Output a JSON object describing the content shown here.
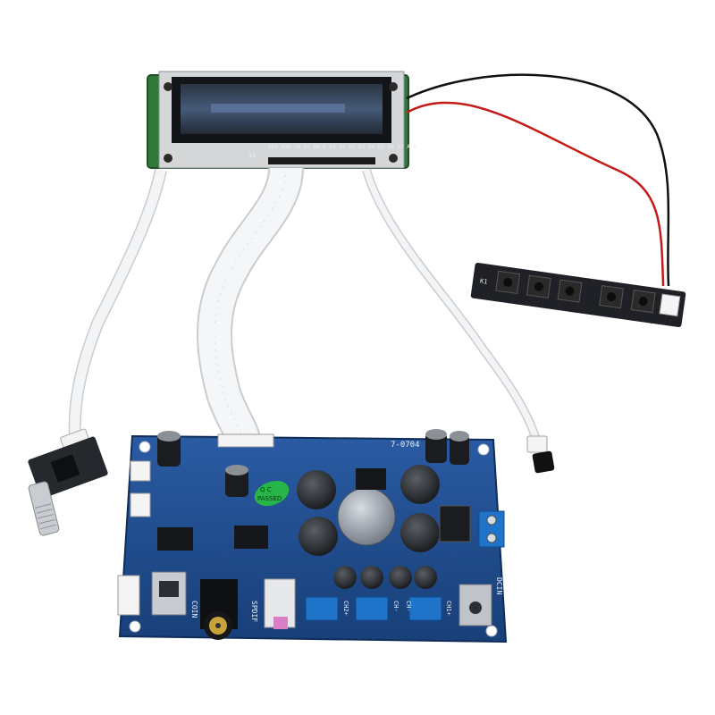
{
  "photo": {
    "subject": "Audio DAC board with LCD display module, button panel, rotary encoder and ribbon cables"
  },
  "lcd_module": {
    "pin_labels": "VSS VDD V0 RS RW E D0 D1 D2 D3 D4 D5 D6 D7 A K",
    "side_mark": "16"
  },
  "main_board": {
    "sticker_text": "PASSED",
    "sticker_sub": "Q C",
    "model_mark": "7-0704",
    "labels": {
      "coin": "COIN",
      "spdif": "SPDIF",
      "dcin": "DCIN",
      "ch1": "CH1+",
      "ch2": "CH2+",
      "ch_minus_1": "CH-",
      "ch_minus_2": "CH-"
    }
  },
  "button_board": {
    "label": "K1"
  },
  "colors": {
    "pcb": "#1d4a8a",
    "lcd_pcb": "#2f7a3a",
    "cable": "#f2f4f6",
    "wire_red": "#c41a1a",
    "wire_black": "#111111",
    "terminal_blue": "#1f73c8"
  }
}
